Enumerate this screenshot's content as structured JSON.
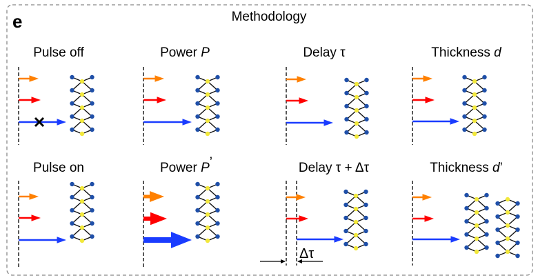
{
  "panel_letter": "e",
  "title": "Methodology",
  "colors": {
    "orange": "#ff8000",
    "red": "#ff0000",
    "blue": "#1a3cff",
    "atom_blue": "#1f4fa8",
    "atom_yellow": "#f2e83a"
  },
  "panels": [
    {
      "label": "Pulse off",
      "label_main": "Pulse off",
      "label_var": "",
      "blocked_blue": true
    },
    {
      "label": "Power P",
      "label_main": "Power ",
      "label_var": "P"
    },
    {
      "label": "Delay τ",
      "label_main": "Delay τ",
      "label_var": ""
    },
    {
      "label": "Thickness d",
      "label_main": "Thickness ",
      "label_var": "d"
    },
    {
      "label": "Pulse on",
      "label_main": "Pulse on",
      "label_var": ""
    },
    {
      "label": "Power P'",
      "label_main": "Power ",
      "label_var": "P",
      "prime": "’"
    },
    {
      "label": "Delay τ + Δτ",
      "label_main": "Delay τ + Δτ",
      "label_var": ""
    },
    {
      "label": "Thickness d'",
      "label_main": "Thickness ",
      "label_var": "d",
      "prime": "’"
    }
  ],
  "delta_tau_label": "Δτ"
}
